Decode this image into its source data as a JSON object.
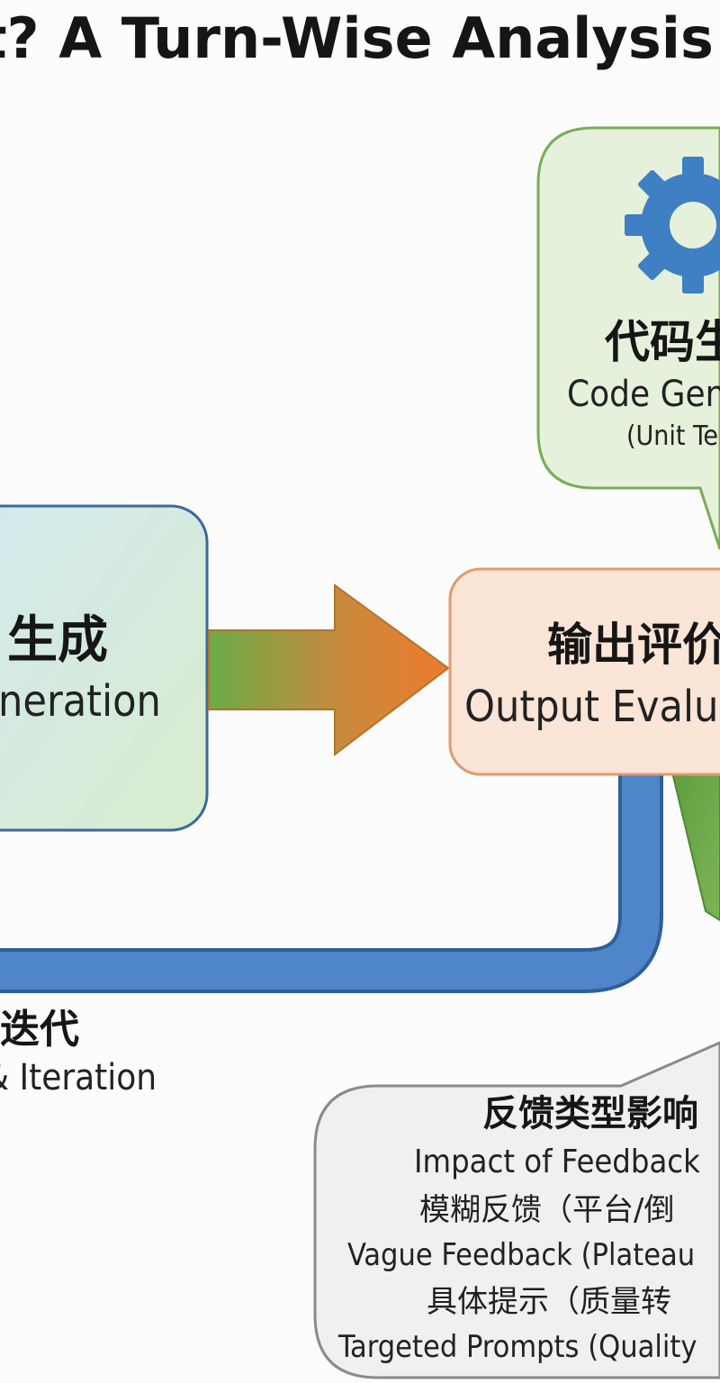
{
  "title": "t? A Turn-Wise Analysis",
  "code_gen": {
    "zh": "代码生",
    "en": "Code Gen",
    "sub": "(Unit Te"
  },
  "left_box": {
    "zh": "生成",
    "en": "neration"
  },
  "output_eval": {
    "zh": "输出评价",
    "en": "Output Evalu"
  },
  "loop_label": {
    "zh": "迭代",
    "en": "& Iteration"
  },
  "feedback_box": {
    "zh_title": "反馈类型影响",
    "en_title": "Impact of Feedback",
    "line3": "模糊反馈（平台/倒",
    "line4": "Vague Feedback (Plateau",
    "line5": "具体提示（质量转",
    "line6": "Targeted Prompts (Quality"
  },
  "colors": {
    "green_fill": "#e6f1dc",
    "green_stroke": "#79ad58",
    "gear": "#3f7fc4",
    "peach_fill": "#fbe5d6",
    "peach_stroke": "#e29a6a",
    "blue_path": "#4e86c9",
    "gray_fill": "#f0f0f0",
    "gray_stroke": "#8a8a8a"
  }
}
